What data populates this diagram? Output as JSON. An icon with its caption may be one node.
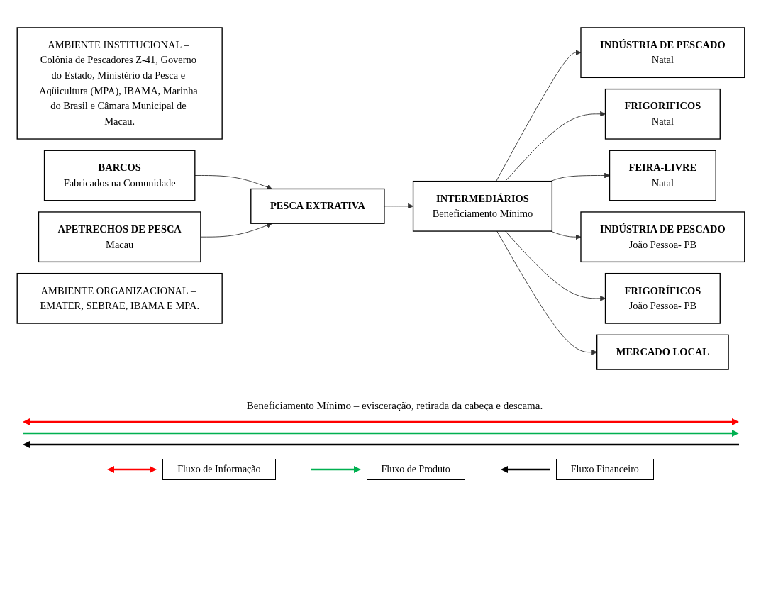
{
  "diagram": {
    "nodes": [
      {
        "text": [
          "AMBIENTE INSTITUCIONAL – Colônia de Pescadores Z-41, Governo do Estado, Ministério da Pesca e Aqüicultura (MPA), IBAMA, Marinha do Brasil e Câmara Municipal de Macau."
        ]
      },
      {
        "text": [
          "BARCOS",
          "Fabricados na Comunidade"
        ]
      },
      {
        "text": [
          "APETRECHOS DE PESCA",
          "Macau"
        ]
      },
      {
        "text": [
          "PESCA EXTRATIVA"
        ]
      },
      {
        "text": [
          "INTERMEDIÁRIOS",
          "Beneficiamento Mínimo"
        ]
      },
      {
        "text": [
          "INDÚSTRIA DE PESCADO",
          "Natal"
        ]
      },
      {
        "text": [
          "FRIGORIFICOS",
          "Natal"
        ]
      },
      {
        "text": [
          "FEIRA-LIVRE",
          "Natal"
        ]
      },
      {
        "text": [
          "INDÚSTRIA DE PESCADO",
          "João Pessoa- PB"
        ]
      },
      {
        "text": [
          "FRIGORÍFICOS",
          "João Pessoa- PB"
        ]
      },
      {
        "text": [
          "MERCADO LOCAL"
        ]
      },
      {
        "text": [
          "AMBIENTE ORGANIZACIONAL – EMATER, SEBRAE, IBAMA E MPA."
        ]
      }
    ],
    "edges": [
      {
        "from": 1,
        "to": 3,
        "arrow": "to"
      },
      {
        "from": 2,
        "to": 3,
        "arrow": "to"
      },
      {
        "from": 3,
        "to": 4,
        "arrow": "to"
      },
      {
        "from": 4,
        "to": 5,
        "arrow": "to"
      },
      {
        "from": 4,
        "to": 6,
        "arrow": "to"
      },
      {
        "from": 4,
        "to": 7,
        "arrow": "to"
      },
      {
        "from": 4,
        "to": 8,
        "arrow": "to"
      },
      {
        "from": 4,
        "to": 9,
        "arrow": "to"
      },
      {
        "from": 4,
        "to": 10,
        "arrow": "to"
      }
    ],
    "labels": [
      "Beneficiamento Mínimo – evisceração, retirada da cabeça e descama."
    ],
    "legend": [
      {
        "text": "Fluxo de Informação",
        "color": "#ff0000"
      },
      {
        "text": "Fluxo de Produto",
        "color": "#00b050"
      },
      {
        "text": "Fluxo Financeiro",
        "color": "#000000"
      }
    ]
  }
}
